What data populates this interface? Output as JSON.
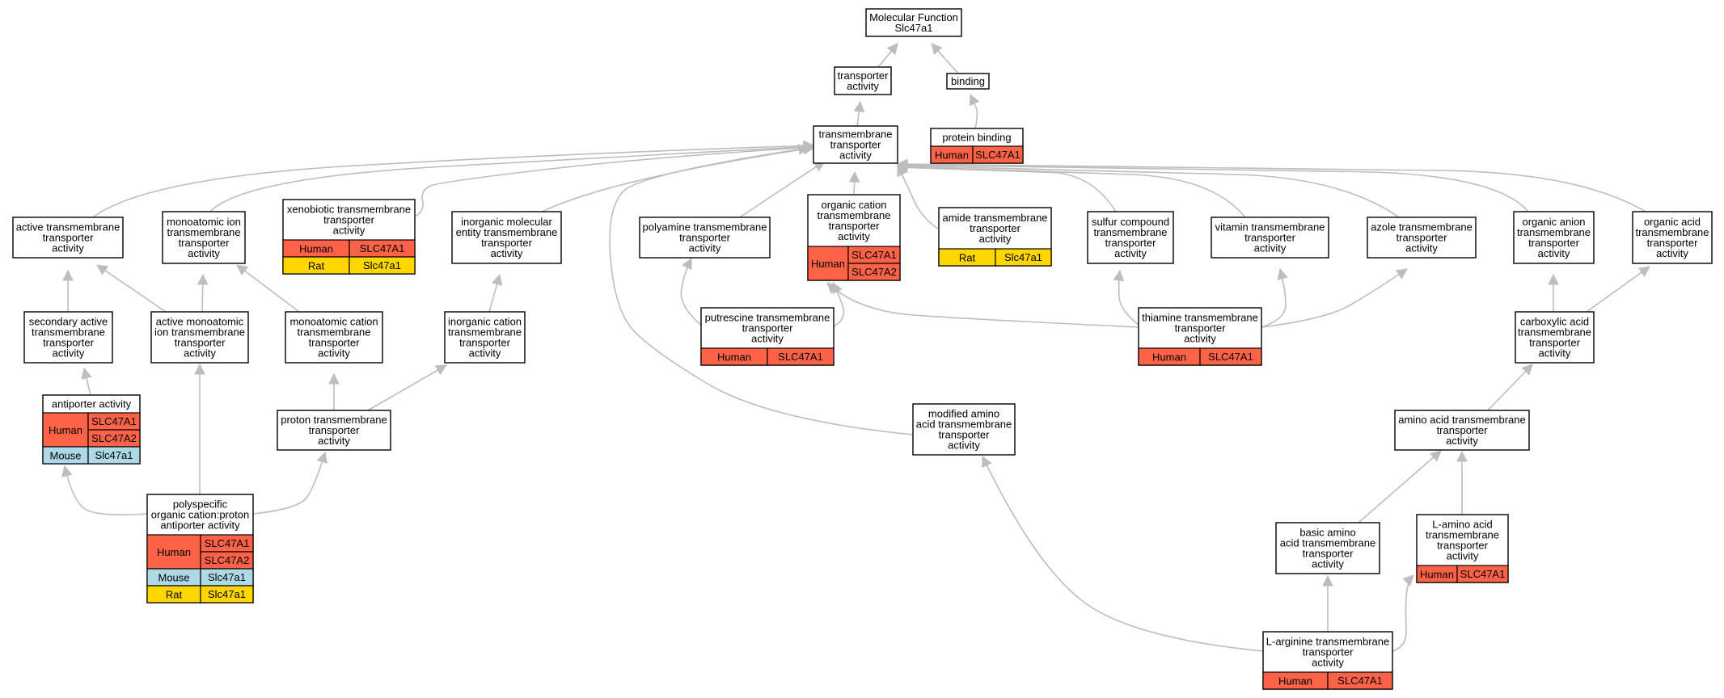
{
  "colors": {
    "human": "#ff6347",
    "mouse": "#add8e6",
    "rat": "#ffd700",
    "edge": "#bdbdbd"
  },
  "nodes": {
    "root": {
      "lines": [
        "Molecular Function",
        "Slc47a1"
      ]
    },
    "transporter": {
      "lines": [
        "transporter",
        "activity"
      ]
    },
    "binding": {
      "lines": [
        "binding"
      ]
    },
    "transmembrane": {
      "lines": [
        "transmembrane",
        "transporter",
        "activity"
      ]
    },
    "protein_binding": {
      "lines": [
        "protein binding"
      ],
      "rows": [
        {
          "species": "Human",
          "genes": [
            "SLC47A1"
          ]
        }
      ]
    },
    "active_tm": {
      "lines": [
        "active transmembrane",
        "transporter",
        "activity"
      ]
    },
    "monoatomic_ion": {
      "lines": [
        "monoatomic ion",
        "transmembrane",
        "transporter",
        "activity"
      ]
    },
    "xenobiotic": {
      "lines": [
        "xenobiotic transmembrane",
        "transporter",
        "activity"
      ],
      "rows": [
        {
          "species": "Human",
          "genes": [
            "SLC47A1"
          ]
        },
        {
          "species": "Rat",
          "genes": [
            "Slc47a1"
          ]
        }
      ]
    },
    "inorganic_molecular": {
      "lines": [
        "inorganic molecular",
        "entity transmembrane",
        "transporter",
        "activity"
      ]
    },
    "polyamine": {
      "lines": [
        "polyamine transmembrane",
        "transporter",
        "activity"
      ]
    },
    "organic_cation": {
      "lines": [
        "organic cation",
        "transmembrane",
        "transporter",
        "activity"
      ],
      "rows": [
        {
          "species": "Human",
          "genes": [
            "SLC47A1",
            "SLC47A2"
          ]
        }
      ]
    },
    "amide": {
      "lines": [
        "amide transmembrane",
        "transporter",
        "activity"
      ],
      "rows": [
        {
          "species": "Rat",
          "genes": [
            "Slc47a1"
          ]
        }
      ]
    },
    "sulfur": {
      "lines": [
        "sulfur compound",
        "transmembrane",
        "transporter",
        "activity"
      ]
    },
    "vitamin": {
      "lines": [
        "vitamin transmembrane",
        "transporter",
        "activity"
      ]
    },
    "azole": {
      "lines": [
        "azole transmembrane",
        "transporter",
        "activity"
      ]
    },
    "organic_anion": {
      "lines": [
        "organic anion",
        "transmembrane",
        "transporter",
        "activity"
      ]
    },
    "organic_acid": {
      "lines": [
        "organic acid",
        "transmembrane",
        "transporter",
        "activity"
      ]
    },
    "secondary_active": {
      "lines": [
        "secondary active",
        "transmembrane",
        "transporter",
        "activity"
      ]
    },
    "active_monoatomic": {
      "lines": [
        "active monoatomic",
        "ion transmembrane",
        "transporter",
        "activity"
      ]
    },
    "monoatomic_cation": {
      "lines": [
        "monoatomic cation",
        "transmembrane",
        "transporter",
        "activity"
      ]
    },
    "inorganic_cation": {
      "lines": [
        "inorganic cation",
        "transmembrane",
        "transporter",
        "activity"
      ]
    },
    "putrescine": {
      "lines": [
        "putrescine transmembrane",
        "transporter",
        "activity"
      ],
      "rows": [
        {
          "species": "Human",
          "genes": [
            "SLC47A1"
          ]
        }
      ]
    },
    "thiamine": {
      "lines": [
        "thiamine transmembrane",
        "transporter",
        "activity"
      ],
      "rows": [
        {
          "species": "Human",
          "genes": [
            "SLC47A1"
          ]
        }
      ]
    },
    "carboxylic": {
      "lines": [
        "carboxylic acid",
        "transmembrane",
        "transporter",
        "activity"
      ]
    },
    "antiporter": {
      "lines": [
        "antiporter activity"
      ],
      "rows": [
        {
          "species": "Human",
          "genes": [
            "SLC47A1",
            "SLC47A2"
          ]
        },
        {
          "species": "Mouse",
          "genes": [
            "Slc47a1"
          ]
        }
      ]
    },
    "proton": {
      "lines": [
        "proton transmembrane",
        "transporter",
        "activity"
      ]
    },
    "modified_amino": {
      "lines": [
        "modified amino",
        "acid transmembrane",
        "transporter",
        "activity"
      ]
    },
    "amino_acid": {
      "lines": [
        "amino acid transmembrane",
        "transporter",
        "activity"
      ]
    },
    "polyspecific": {
      "lines": [
        "polyspecific",
        "organic cation:proton",
        "antiporter activity"
      ],
      "rows": [
        {
          "species": "Human",
          "genes": [
            "SLC47A1",
            "SLC47A2"
          ]
        },
        {
          "species": "Mouse",
          "genes": [
            "Slc47a1"
          ]
        },
        {
          "species": "Rat",
          "genes": [
            "Slc47a1"
          ]
        }
      ]
    },
    "basic_amino": {
      "lines": [
        "basic amino",
        "acid transmembrane",
        "transporter",
        "activity"
      ]
    },
    "l_amino": {
      "lines": [
        "L-amino acid",
        "transmembrane",
        "transporter",
        "activity"
      ],
      "rows": [
        {
          "species": "Human",
          "genes": [
            "SLC47A1"
          ]
        }
      ]
    },
    "l_arginine": {
      "lines": [
        "L-arginine transmembrane",
        "transporter",
        "activity"
      ],
      "rows": [
        {
          "species": "Human",
          "genes": [
            "SLC47A1"
          ]
        }
      ]
    }
  }
}
